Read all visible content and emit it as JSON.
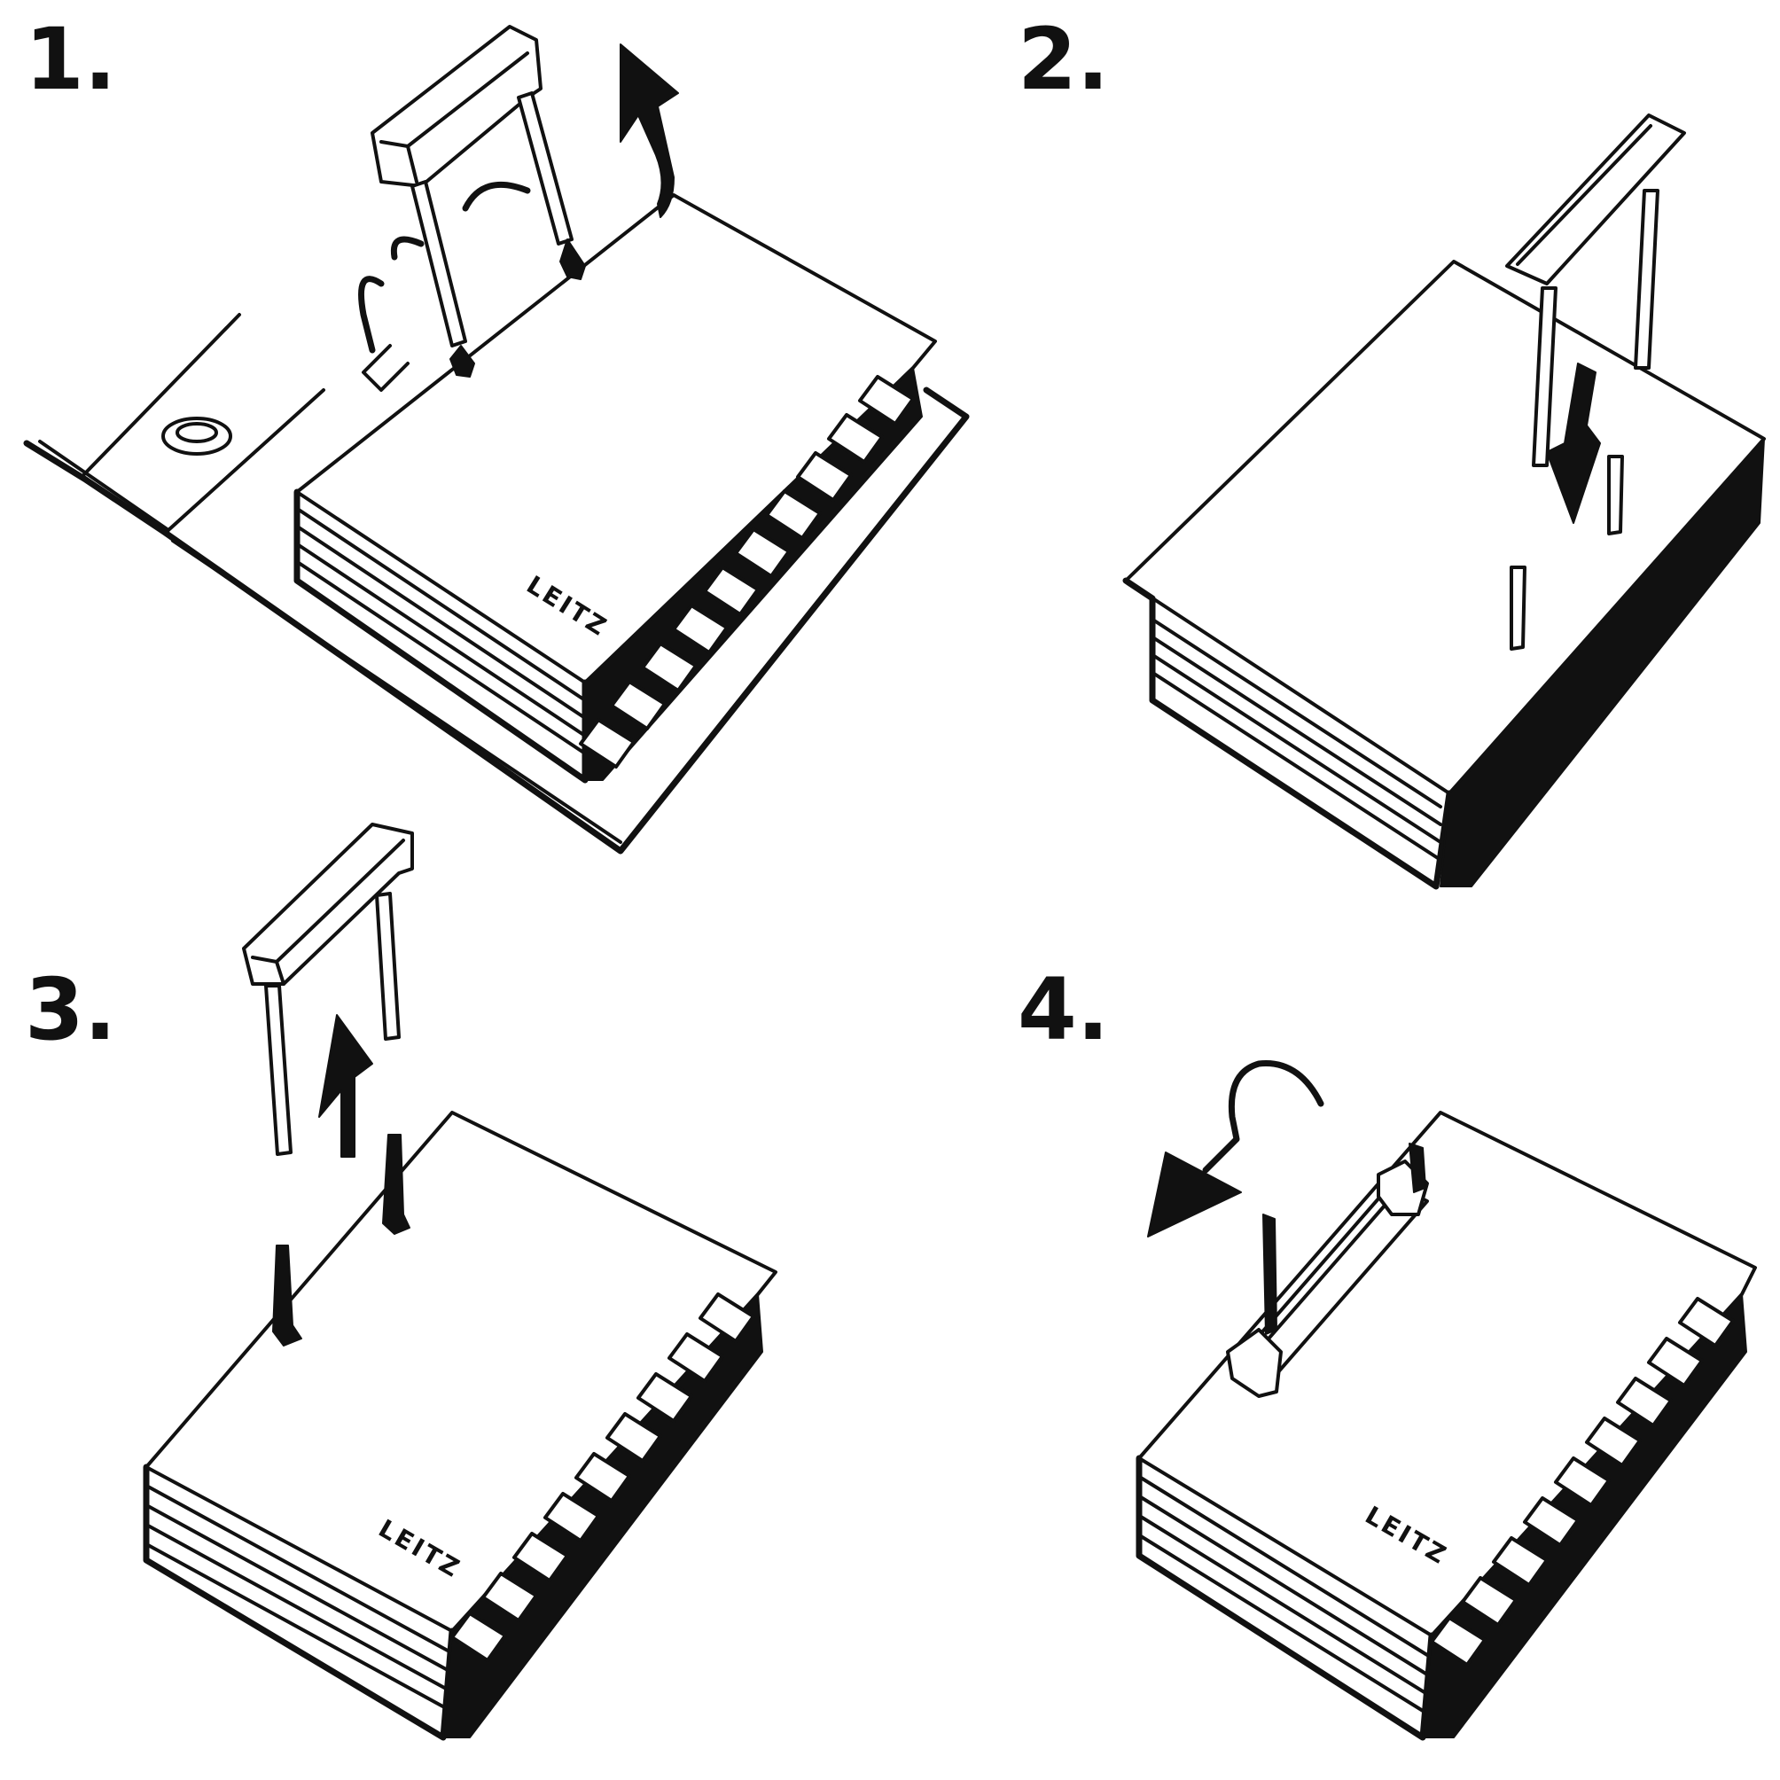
{
  "steps": [
    {
      "label": "1.",
      "logo": "LEITZ",
      "icon": "binder-open-with-clip-icon"
    },
    {
      "label": "2.",
      "icon": "paper-stack-with-clip-icon"
    },
    {
      "label": "3.",
      "logo": "LEITZ",
      "icon": "paper-stack-clip-removed-icon"
    },
    {
      "label": "4.",
      "logo": "LEITZ",
      "icon": "paper-stack-clip-closed-icon"
    }
  ],
  "colors": {
    "ink": "#111111",
    "paper": "#ffffff"
  }
}
